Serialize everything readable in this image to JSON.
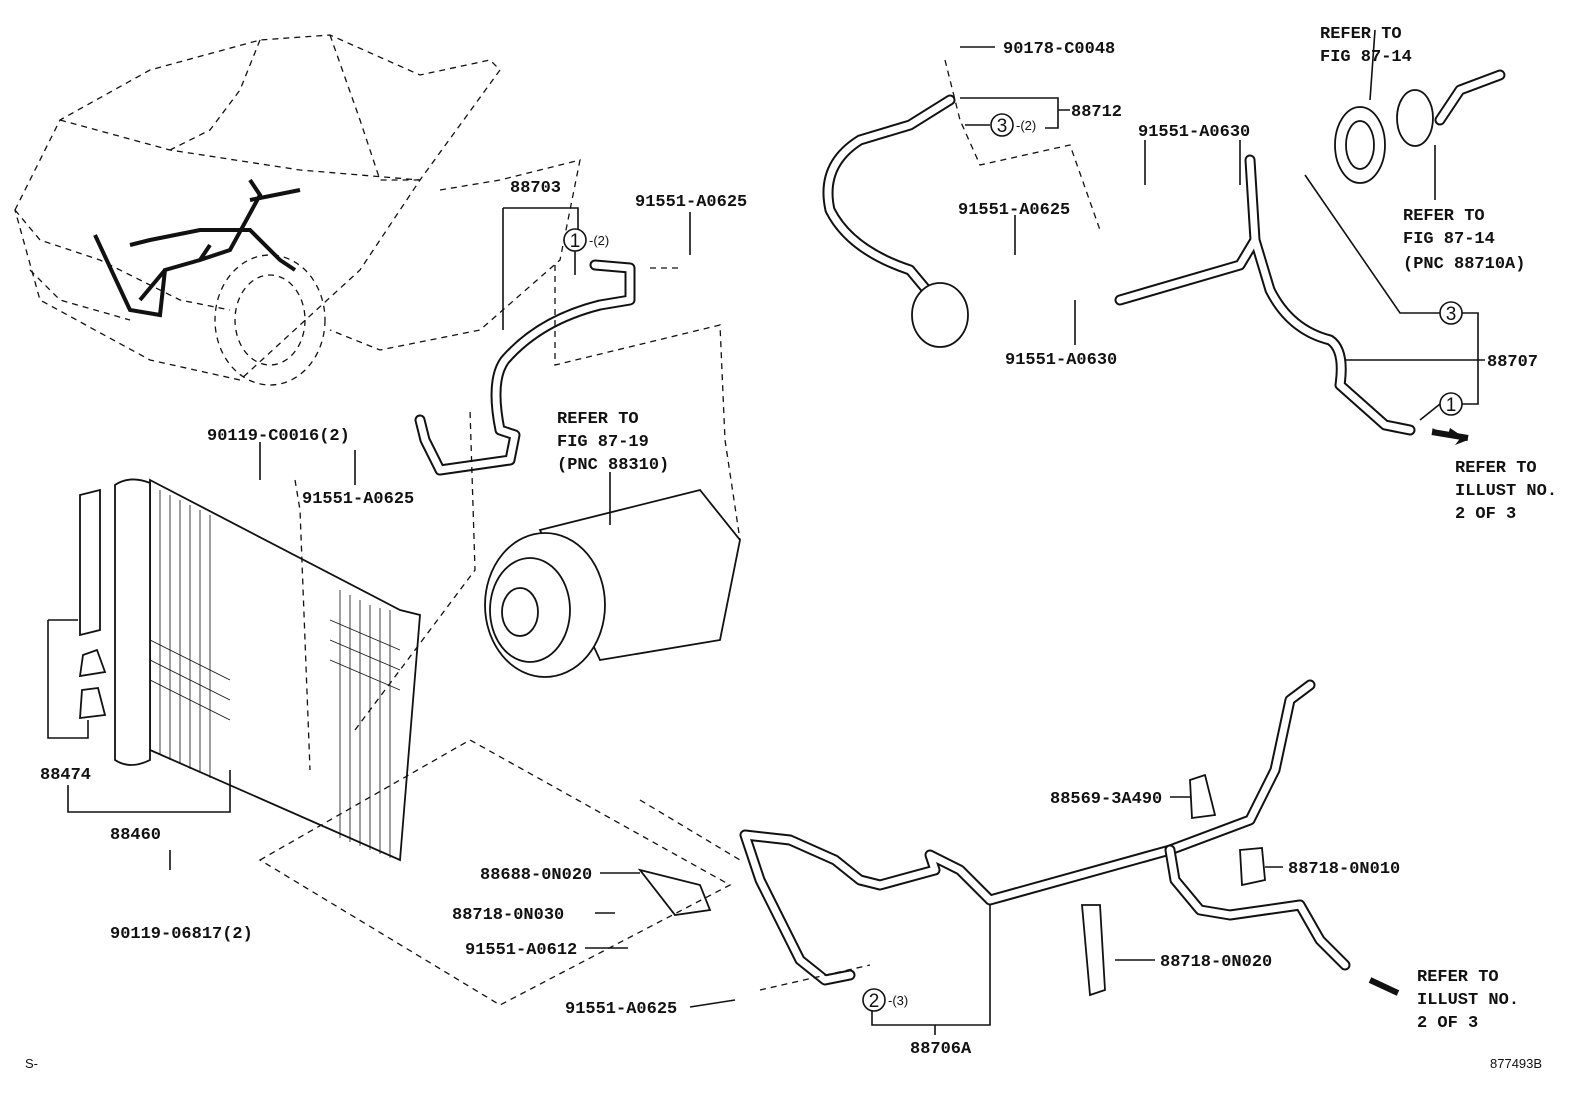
{
  "diagram": {
    "figure_id": "877493B",
    "corner_mark": "S-",
    "callouts": {
      "p90178": "90178-C0048",
      "p88712": "88712",
      "c3a": "3",
      "c3a_qty": "-(2)",
      "p91551_a0630_top": "91551-A0630",
      "p91551_a0625_mid": "91551-A0625",
      "p91551_a0630_low": "91551-A0630",
      "p88703": "88703",
      "c1a": "1",
      "c1a_qty": "-(2)",
      "p91551_a0625_top": "91551-A0625",
      "p88707": "88707",
      "c3b": "3",
      "c1b": "1",
      "p90119_c0016": "90119-C0016(2)",
      "p91551_a0625_left": "91551-A0625",
      "p88474": "88474",
      "p88460": "88460",
      "p90119_06817": "90119-06817(2)",
      "p88688": "88688-0N020",
      "p88718_0n030": "88718-0N030",
      "p91551_a0612": "91551-A0612",
      "p91551_a0625_bottom": "91551-A0625",
      "c2": "2",
      "c2_qty": "-(3)",
      "p88706a": "88706A",
      "p88569": "88569-3A490",
      "p88718_0n010": "88718-0N010",
      "p88718_0n020": "88718-0N020"
    },
    "references": {
      "fig8714_top": [
        "REFER TO",
        "FIG 87-14"
      ],
      "fig8714_pnc": [
        "REFER TO",
        "FIG 87-14",
        "(PNC 88710A)"
      ],
      "fig8719": [
        "REFER TO",
        "FIG 87-19",
        "(PNC 88310)"
      ],
      "illust_upper": [
        "REFER TO",
        "ILLUST NO.",
        "2 OF 3"
      ],
      "illust_lower": [
        "REFER TO",
        "ILLUST NO.",
        "2 OF 3"
      ]
    }
  }
}
